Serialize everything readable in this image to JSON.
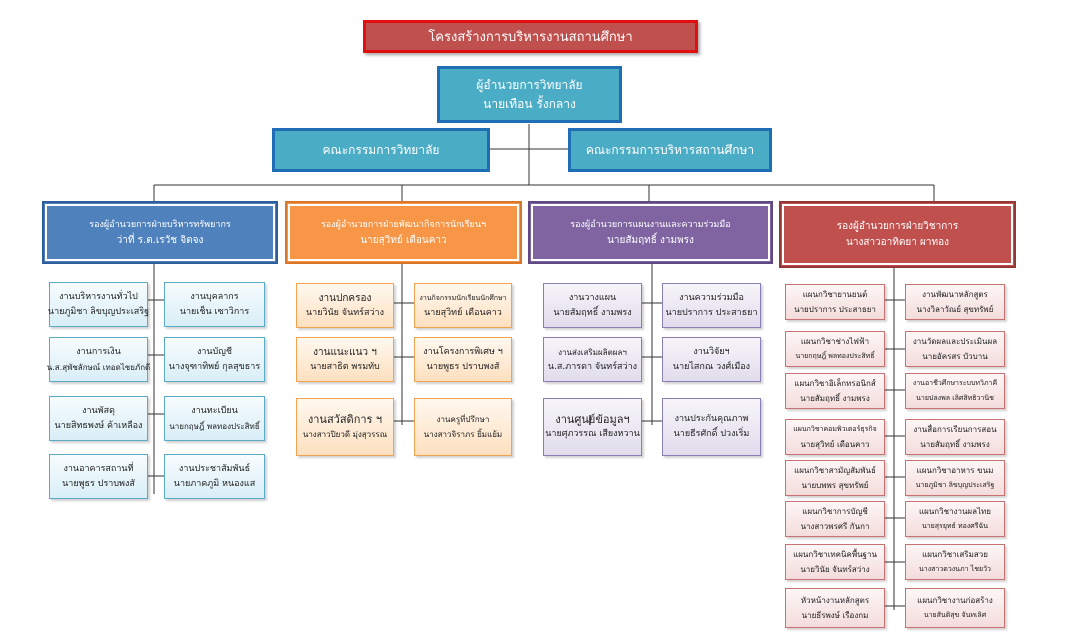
{
  "title": "โครงสร้างการบริหารงานสถานศึกษา",
  "director": {
    "line1": "ผู้อำนวยการวิทยาลัย",
    "line2": "นายเทือน รั้งกลาง"
  },
  "committees": {
    "college": "คณะกรรมการวิทยาลัย",
    "school": "คณะกรรมการบริหารสถานศึกษา"
  },
  "colors": {
    "blue_head": "#4f81bd",
    "orange_head": "#f79646",
    "purple_head": "#8064a2",
    "red_head": "#c0504d",
    "title_border": "#e01010",
    "top_box": "#4bacc6"
  },
  "divisions": {
    "resource": {
      "line1": "รองผู้อำนวยการฝ่ายบริหารทรัพยากร",
      "line2": "ว่าที่ ร.ต.เรวัช จิตจง",
      "units": [
        {
          "l1": "งานบริหารงานทั่วไป",
          "l2": "นายภูมิชา ลิขบุญประเสริฐ"
        },
        {
          "l1": "งานบุคลากร",
          "l2": "นายเช็น เซาวิการ"
        },
        {
          "l1": "งานการเงิน",
          "l2": "น.ส.สุพัชลักษณ์ เทอดไชยภักดี"
        },
        {
          "l1": "งานบัญชี",
          "l2": "นางจุฑาทิพย์ กุลสุขธาร"
        },
        {
          "l1": "งานพัสดุ",
          "l2": "นายสิทธพงษ์ ค้าเหลือง"
        },
        {
          "l1": "งานทะเบียน",
          "l2": "นายกฤษฎิ์ พลทองประสิทธิ์"
        },
        {
          "l1": "งานอาคารสถานที่",
          "l2": "นายพูธร ปราบพงสั"
        },
        {
          "l1": "งานประชาสัมพันธ์",
          "l2": "นายภาคภูมิ หนองแส"
        }
      ]
    },
    "student": {
      "line1": "รองผู้อำนวยการฝ่ายพัฒนากิจการนักเรียนฯ",
      "line2": "นายสุวิทย์ เดือนคาว",
      "units": [
        {
          "l1": "งานปกครอง",
          "l2": "นายวินัย จันทร์สว่าง"
        },
        {
          "l1": "งานกิจกรรมนักเรียนนักศึกษา",
          "l2": "นายสุวิทย์ เดือนคาว"
        },
        {
          "l1": "งานแนะแนว ฯ",
          "l2": "นายสาธิต พรมทับ"
        },
        {
          "l1": "งานโครงการพิเศษ ฯ",
          "l2": "นายพูธร ปราบพงสั"
        },
        {
          "l1": "งานสวัสดิการ ฯ",
          "l2": "นางสาวปิยวดี มุ่งสุวรรณ"
        },
        {
          "l1": "งานครูที่ปรึกษา",
          "l2": "นางสาวจิราภร ยิ้มแย้ม"
        }
      ]
    },
    "planning": {
      "line1": "รองผู้อำนวยการแผนงานและความร่วมมือ",
      "line2": "นายสัมฤทธิ์ งามพรง",
      "units": [
        {
          "l1": "งานวางแผน",
          "l2": "นายสัมฤทธิ์ งามพรง"
        },
        {
          "l1": "งานความร่วมมือ",
          "l2": "นายปราการ ประสาธยา"
        },
        {
          "l1": "งานส่งเสริมผลิตผลฯ",
          "l2": "น.ส.ภารดา จันทร์สว่าง"
        },
        {
          "l1": "งานวิจัยฯ",
          "l2": "นายไสกณ วงศ์เมือง"
        },
        {
          "l1": "งานศูนย์ข้อมูลฯ",
          "l2": "นายศุภวรรณ เสียงหวาน"
        },
        {
          "l1": "งานประกันคุณภาพ",
          "l2": "นายธีรศักดิ์ ปวงเริ่ม"
        }
      ]
    },
    "academic": {
      "line1": "รองผู้อำนวยการฝ่ายวิชาการ",
      "line2": "นางสาวอาทิตยา ผาทอง",
      "units": [
        {
          "l1": "แผนกวิชายานยนต์",
          "l2": "นายปราการ ประสาธยา"
        },
        {
          "l1": "งานพัฒนาหลักสูตร",
          "l2": "นางวิลาวัณย์ สุขทรัพย์"
        },
        {
          "l1": "แผนกวิชาช่างไฟฟ้า",
          "l2": "นายกฤษฎิ์ พลทองประสิทธิ์"
        },
        {
          "l1": "งานวัดผลและประเมินผล",
          "l2": "นายอัครสร บัวบาน"
        },
        {
          "l1": "แผนกวิชาอิเล็กทรอนิกส์",
          "l2": "นายสัมฤทธิ์ งามพรง"
        },
        {
          "l1": "งานอาชีวศึกษาระบบทวิภาคี",
          "l2": "นายปลงพล เลิศสิทธิวานิช"
        },
        {
          "l1": "แผนกวิชาคอมพิวเตอร์ธุรกิจ",
          "l2": "นายสุวิทย์ เดือนคาว"
        },
        {
          "l1": "งานสื่อการเรียนการสอน",
          "l2": "นายสัมฤทธิ์ งามพรง"
        },
        {
          "l1": "แผนกวิชาสามัญสัมพันธ์",
          "l2": "นายบพพร สุขทรัพย์"
        },
        {
          "l1": "แผนกวิชาอาหาร ขนม",
          "l2": "นายภูมิชา ลิขบุญประเสริฐ"
        },
        {
          "l1": "แผนกวิชาการบัญชี",
          "l2": "นางสาวพรศรี กันกา"
        },
        {
          "l1": "แผนกวิชางานผลไทย",
          "l2": "นายสุรยุทธ์ ทองศรีฉัน"
        },
        {
          "l1": "แผนกวิชาเทคนิคพื้นฐาน",
          "l2": "นายวินัย จันทร์สว่าง"
        },
        {
          "l1": "แผนกวิชาเสริมสวย",
          "l2": "นางสาวดวงนภา ไชยวัว"
        },
        {
          "l1": "หัวหน้างานหลักสูตร",
          "l2": "นายธีรพงษ์ เรืองกม"
        },
        {
          "l1": "แผนกวิชางานก่อสร้าง",
          "l2": "นายสันติสุข จันทเลิศ"
        }
      ]
    }
  }
}
